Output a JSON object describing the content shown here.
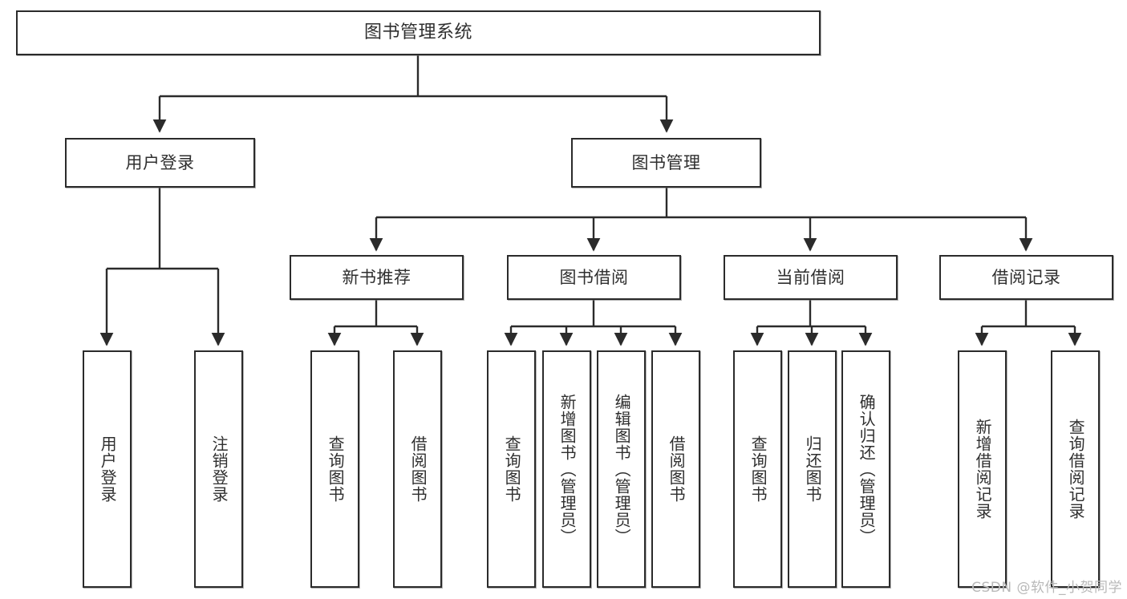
{
  "diagram": {
    "type": "tree",
    "title": "图书管理系统",
    "watermark": "CSDN @软件_小贺同学",
    "colors": {
      "border": "#2b2b2b",
      "text": "#2f2f2f",
      "background": "#ffffff",
      "watermark": "#b9b9b9"
    },
    "root": {
      "label": "图书管理系统"
    },
    "level1": [
      {
        "label": "用户登录"
      },
      {
        "label": "图书管理"
      }
    ],
    "level2": [
      {
        "label": "新书推荐"
      },
      {
        "label": "图书借阅"
      },
      {
        "label": "当前借阅"
      },
      {
        "label": "借阅记录"
      }
    ],
    "leaves": {
      "user_login": [
        {
          "label": "用户登录"
        },
        {
          "label": "注销登录"
        }
      ],
      "new_book_recommend": [
        {
          "label": "查询图书"
        },
        {
          "label": "借阅图书"
        }
      ],
      "book_borrow": [
        {
          "label": "查询图书"
        },
        {
          "label": "新增图书（管理员）"
        },
        {
          "label": "编辑图书（管理员）"
        },
        {
          "label": "借阅图书"
        }
      ],
      "current_borrow": [
        {
          "label": "查询图书"
        },
        {
          "label": "归还图书"
        },
        {
          "label": "确认归还（管理员）"
        }
      ],
      "borrow_record": [
        {
          "label": "新增借阅记录"
        },
        {
          "label": "查询借阅记录"
        }
      ]
    }
  }
}
